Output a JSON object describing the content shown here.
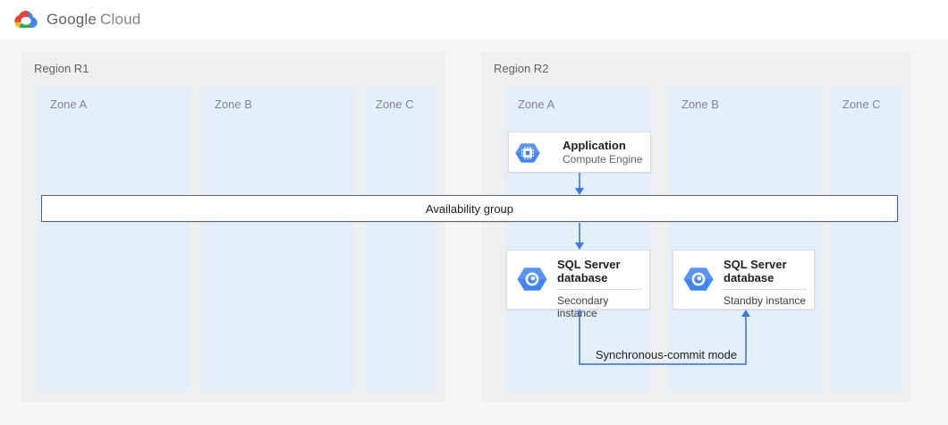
{
  "header": {
    "logo_google": "Google",
    "logo_cloud": "Cloud"
  },
  "regions": [
    {
      "label": "Region R1",
      "zones": [
        {
          "label": "Zone A"
        },
        {
          "label": "Zone B"
        },
        {
          "label": "Zone C"
        }
      ]
    },
    {
      "label": "Region R2",
      "zones": [
        {
          "label": "Zone A"
        },
        {
          "label": "Zone B"
        },
        {
          "label": "Zone C"
        }
      ]
    }
  ],
  "availability_group": {
    "label": "Availability group"
  },
  "cards": {
    "application": {
      "title": "Application",
      "subtitle": "Compute Engine",
      "icon": "compute-engine-icon"
    },
    "sql_secondary": {
      "title": "SQL Server database",
      "instance": "Secondary instance",
      "icon": "sql-server-vm-icon"
    },
    "sql_standby": {
      "title": "SQL Server database",
      "instance": "Standby instance",
      "icon": "sql-server-vm-icon"
    }
  },
  "connections": {
    "sync_label": "Synchronous-commit mode"
  },
  "colors": {
    "zone_fill": "#e3f0fc",
    "region_fill": "#efefef",
    "hexagon_blue": "#4285f4",
    "arrow_blue": "#5c8ee6",
    "arrowhead_blue": "#3b78e7",
    "band_border": "#5f6368",
    "logo_red": "#ea4335",
    "logo_yellow": "#fbbc05",
    "logo_green": "#34a853",
    "logo_blue": "#4285f4"
  }
}
